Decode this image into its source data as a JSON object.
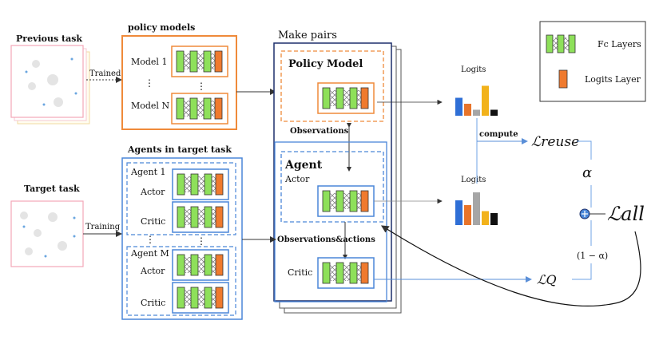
{
  "labels": {
    "previous_task": "Previous task",
    "trained": "Trained",
    "policy_models": "policy models",
    "model_1": "Model 1",
    "model_n": "Model N",
    "make_pairs": "Make pairs",
    "policy_model": "Policy Model",
    "observations": "Observations",
    "agent": "Agent",
    "actor": "Actor",
    "critic": "Critic",
    "observations_actions": "Observations&actions",
    "agents_in_target_task": "Agents in target task",
    "agent_1": "Agent 1",
    "agent_m": "Agent M",
    "target_task": "Target task",
    "training": "Training",
    "logits_top": "Logits",
    "logits_bottom": "Logits",
    "compute": "compute",
    "l_reuse": "ℒreuse",
    "l_q": "ℒQ",
    "l_all": "ℒall",
    "alpha": "α",
    "one_minus_alpha": "(1 − α)",
    "plus": "⊕",
    "ellipsis_v": "⋮"
  },
  "legend": {
    "fc_layers": "Fc Layers",
    "logits_layer": "Logits Layer"
  },
  "logits_top": [
    {
      "color": "#2f6fd6",
      "value": 0.45
    },
    {
      "color": "#e8742a",
      "value": 0.3
    },
    {
      "color": "#a6a6a6",
      "value": 0.15
    },
    {
      "color": "#f2b21b",
      "value": 0.75
    },
    {
      "color": "#111111",
      "value": 0.15
    }
  ],
  "logits_bottom": [
    {
      "color": "#2f6fd6",
      "value": 0.62
    },
    {
      "color": "#e8742a",
      "value": 0.5
    },
    {
      "color": "#a6a6a6",
      "value": 0.82
    },
    {
      "color": "#f2b21b",
      "value": 0.35
    },
    {
      "color": "#111111",
      "value": 0.3
    }
  ],
  "colors": {
    "orange": "#ef8a3a",
    "blue": "#4a86d8",
    "green": "#8ee05a",
    "logit": "#ef7a2e",
    "navy": "#1d2f6b",
    "line": "#333333",
    "light_arrow": "#6fa3e6"
  }
}
